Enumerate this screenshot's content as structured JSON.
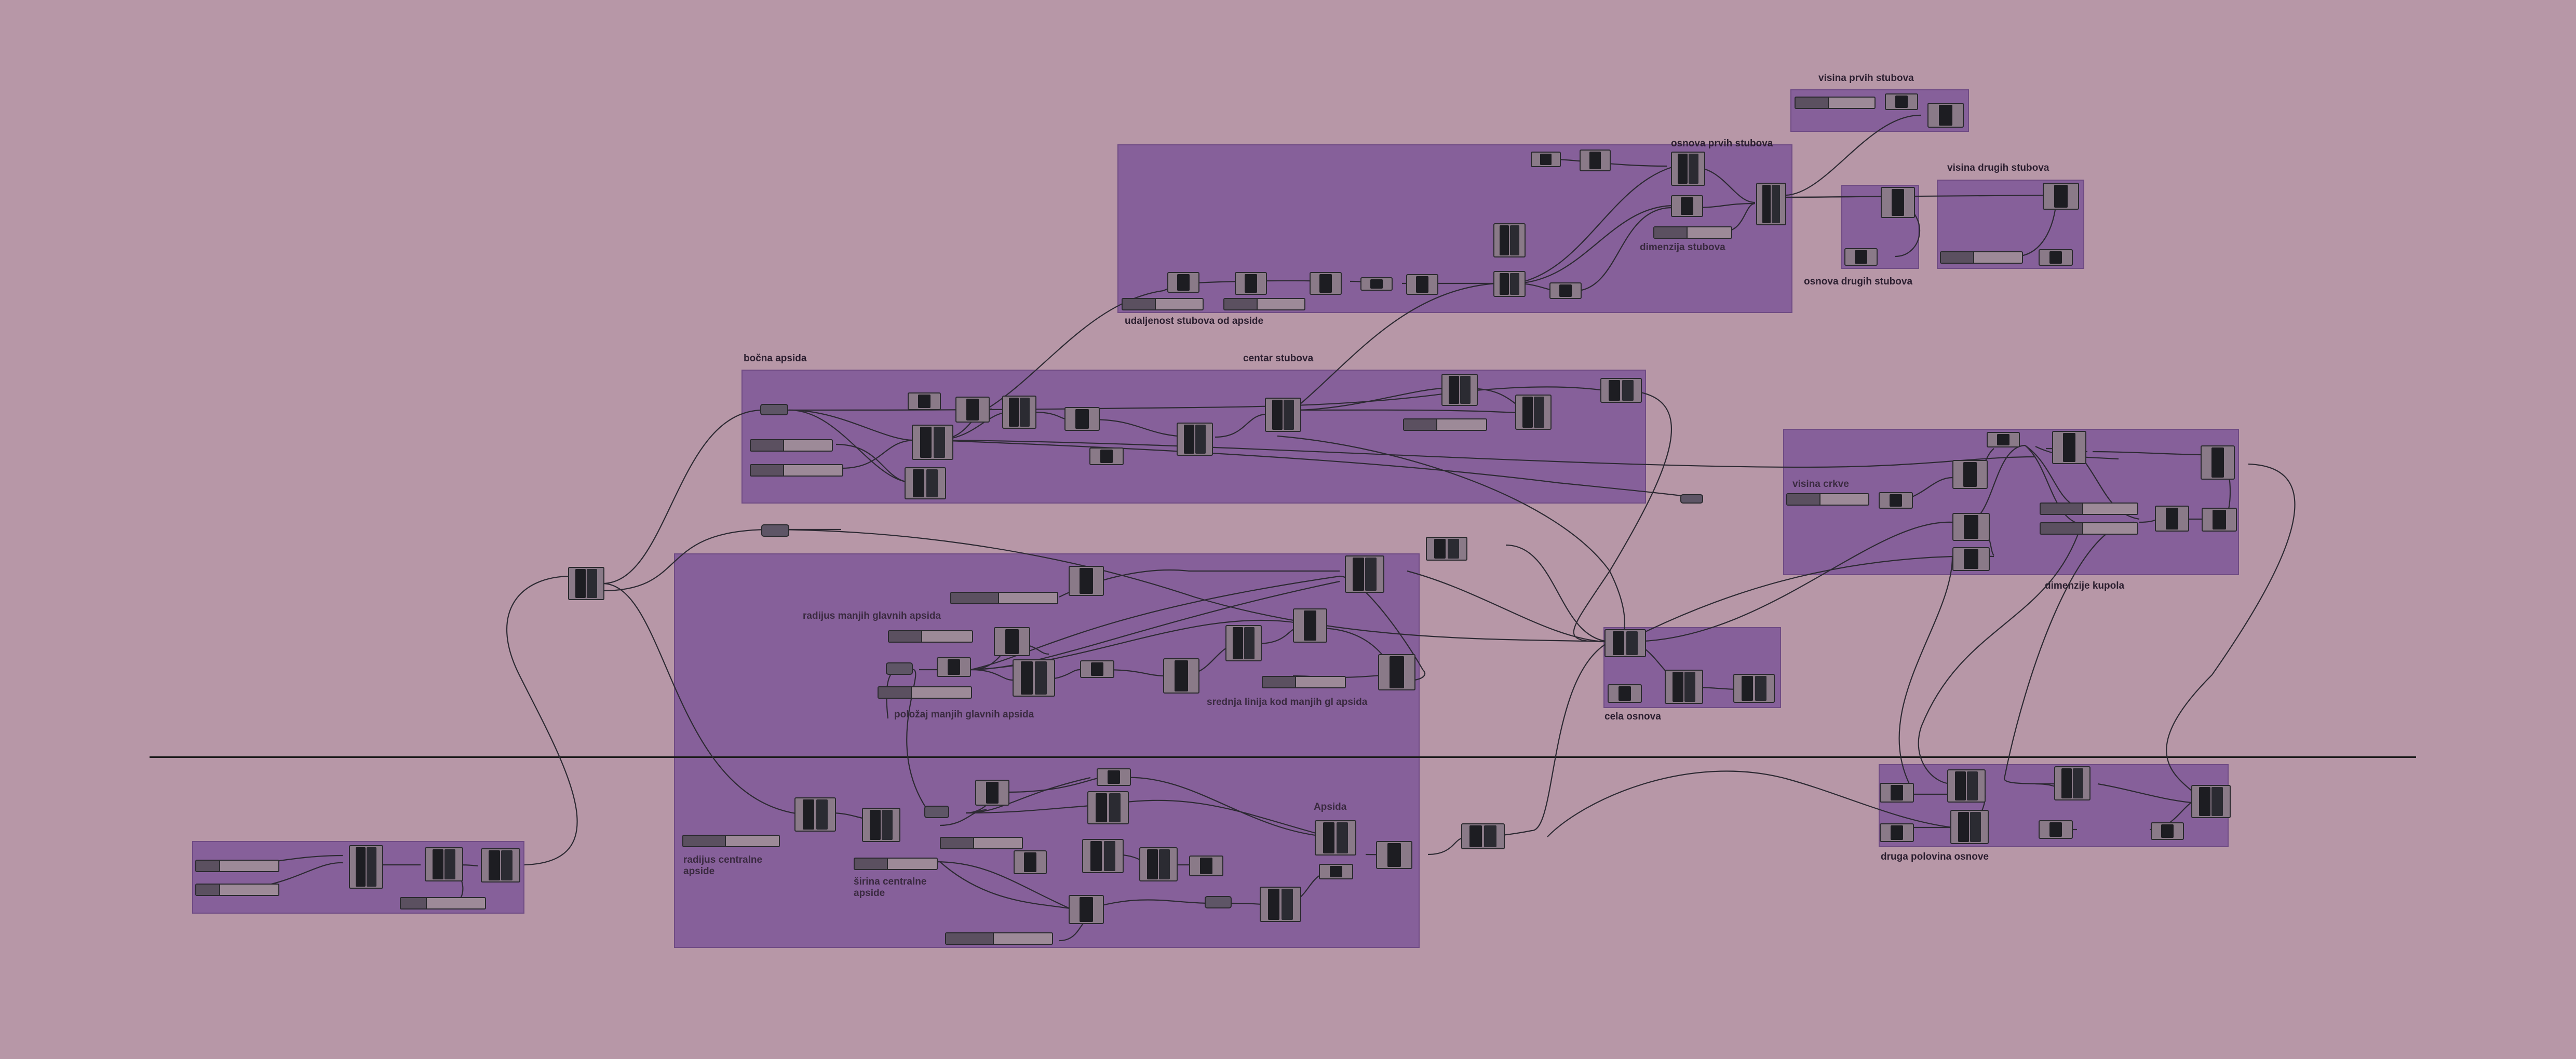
{
  "window": {
    "type": "node-graph-canvas"
  },
  "colors": {
    "canvas": "#b797a7",
    "group_fill": "#86609a",
    "group_border": "#6f4b84",
    "component": "#8a7a88",
    "component_core": "#1d1d22",
    "wire": "#2d2a33",
    "divider": "#1c1c1c"
  },
  "labels": {
    "visina_prvih": "visina prvih stubova",
    "osnova_prvih": "osnova prvih stubova",
    "visina_drugih": "visina drugih stubova",
    "osnova_drugih": "osnova drugih stubova",
    "dimenzija_stubova": "dimenzija stubova",
    "udaljenost": "udaljenost stubova od apside",
    "bocna_apsida": "bočna apsida",
    "centar_stubova": "centar stubova",
    "visina_crkve": "visina crkve",
    "dimenzije_kupola": "dimenzije kupola",
    "radijus_manjih": "radijus manjih glavnih apsida",
    "polozaj_manjih": "položaj manjih glavnih apsida",
    "srednja_linija": "srednja linija kod manjih gl apsida",
    "cela_osnova": "cela osnova",
    "druga_polovina": "druga polovina osnove",
    "apsida": "Apsida",
    "radijus_centralne": "radijus centralne apside",
    "sirina_centralne": "širina centralne apside"
  }
}
